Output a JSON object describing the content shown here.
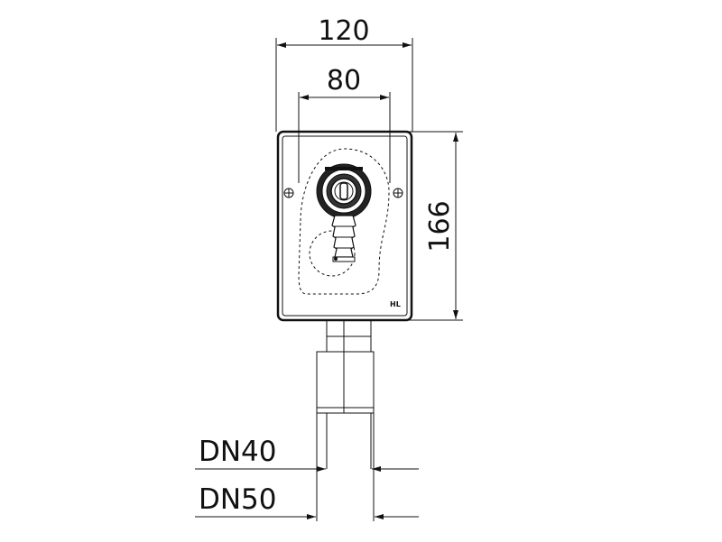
{
  "dimensions": {
    "overall_width": "120",
    "opening_width": "80",
    "overall_height": "166",
    "outlet_inner": "DN40",
    "outlet_outer": "DN50"
  },
  "logo": "HL"
}
